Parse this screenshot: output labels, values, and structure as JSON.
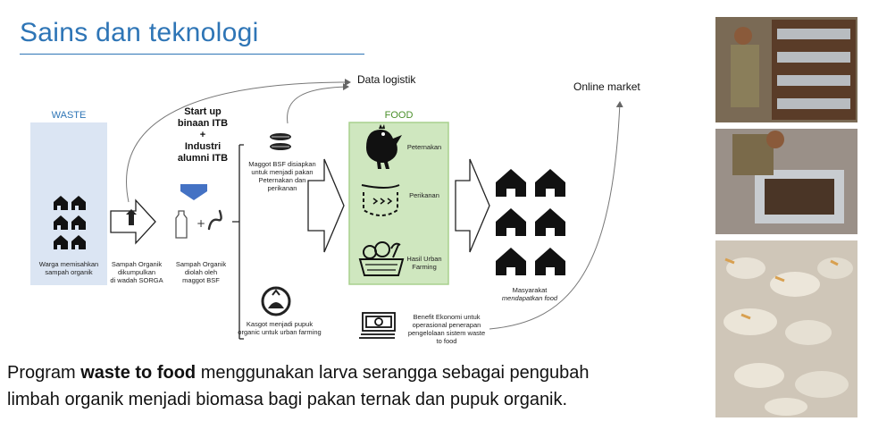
{
  "title": "Sains dan teknologi",
  "labels": {
    "data_logistik": "Data logistik",
    "online_market": "Online market",
    "waste": "WASTE",
    "food": "FOOD",
    "startup_line1": "Start up",
    "startup_line2": "binaan ITB",
    "plus": "+",
    "industri_line1": "Industri",
    "industri_line2": "alumni ITB"
  },
  "texts": {
    "warga_line1": "Warga memisahkan",
    "warga_line2": "sampah organik",
    "sampah_kumpul_line1": "Sampah Organik",
    "sampah_kumpul_line2": "dikumpulkan",
    "sampah_kumpul_line3": "di wadah SORGA",
    "sampah_olah_line1": "Sampah Organik",
    "sampah_olah_line2": "diolah oleh",
    "sampah_olah_line3": "maggot BSF",
    "maggot_line1": "Maggot BSF disiapkan",
    "maggot_line2": "untuk menjadi pakan",
    "maggot_line3": "Peternakan dan",
    "maggot_line4": "perikanan",
    "kasgot_line1": "Kasgot menjadi pupuk",
    "kasgot_line2": "organic untuk urban farming",
    "peternakan": "Peternakan",
    "perikanan": "Perikanan",
    "urban_line1": "Hasil Urban",
    "urban_line2": "Farming",
    "masyarakat_line1": "Masyarakat",
    "masyarakat_line2": "mendapatkan food",
    "benefit_line1": "Benefit Ekonomi untuk",
    "benefit_line2": "operasional penerapan",
    "benefit_line3": "pengelolaan sistem waste",
    "benefit_line4": "to food"
  },
  "caption": {
    "part1": "Program ",
    "bold": "waste to food",
    "part2": " menggunakan larva serangga sebagai pengubah",
    "line2": "limbah organik menjadi biomasa bagi pakan ternak dan pupuk organik."
  },
  "colors": {
    "title": "#2e75b6",
    "waste_box": "#dbe5f3",
    "food_box": "#cfe7bf",
    "food_border": "#a8d08d",
    "down_arrow": "#4472c4"
  },
  "icons": {
    "houses_small": "house-icon",
    "sorting_bin": "sorting-bin-icon",
    "bottle": "bottle-icon",
    "larva": "larva-icon",
    "maggot_feed": "maggot-feed-icon",
    "compost": "compost-icon",
    "chicken": "chicken-icon",
    "fish_farm": "fish-pond-icon",
    "vegetables": "vegetable-basket-icon",
    "money": "money-stack-icon",
    "houses_large": "house-icon"
  }
}
